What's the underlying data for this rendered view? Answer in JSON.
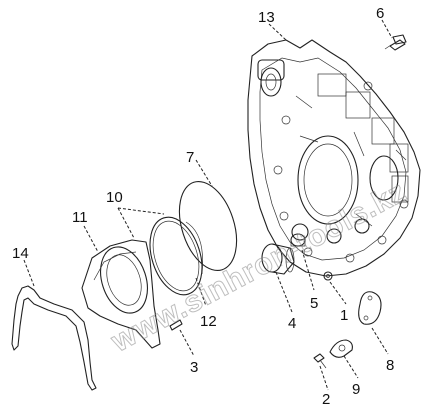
{
  "callouts": {
    "c1": "1",
    "c2": "2",
    "c3": "3",
    "c4": "4",
    "c5": "5",
    "c6": "6",
    "c7": "7",
    "c8": "8",
    "c9": "9",
    "c10": "10",
    "c11": "11",
    "c12": "12",
    "c13": "13",
    "c14": "14"
  },
  "watermark": "www.sinhron-tools.kz"
}
